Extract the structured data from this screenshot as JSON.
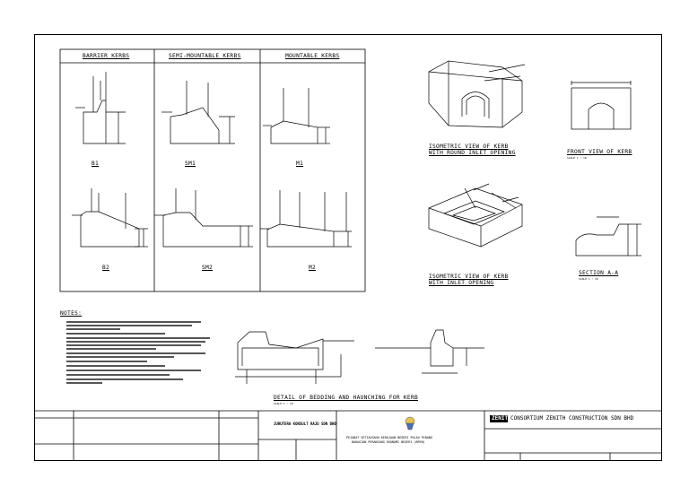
{
  "kerb_types": {
    "barrier": "BARRIER KERBS",
    "semi": "SEMI-MOUNTABLE KERBS",
    "mountable": "MOUNTABLE KERBS"
  },
  "kerb_labels": {
    "b1": "B1",
    "b2": "B2",
    "sm1": "SM1",
    "sm2": "SM2",
    "m1": "M1",
    "m2": "M2"
  },
  "views": {
    "iso_round_line1": "ISOMETRIC VIEW OF KERB",
    "iso_round_line2": "WITH ROUND INLET OPENING",
    "front_view": "FRONT VIEW OF KERB",
    "front_view_scale": "SCALE 1 : 10",
    "iso_inlet_line1": "ISOMETRIC VIEW OF KERB",
    "iso_inlet_line2": "WITH INLET OPENING",
    "section": "SECTION A-A",
    "section_scale": "SCALE 1 : 10"
  },
  "notes": {
    "title": "NOTES:"
  },
  "detail": {
    "title": "DETAIL OF BEDDING AND HAUNCHING FOR KERB",
    "scale": "SCALE 1 : 10"
  },
  "title_block": {
    "consultant": "JURUTERA KONSULT RAJU SDN BHD",
    "client_line1": "PEJABAT SETIAUSAHA KERAJAAN NEGERI PULAU PINANG",
    "client_line2": "BAHAGIAN PERANCANG EKONOMI NEGERI (BPEN)",
    "contractor": "CONSORTIUM ZENITH CONSTRUCTION SDN BHD",
    "contractor_short": "ZENITH"
  }
}
